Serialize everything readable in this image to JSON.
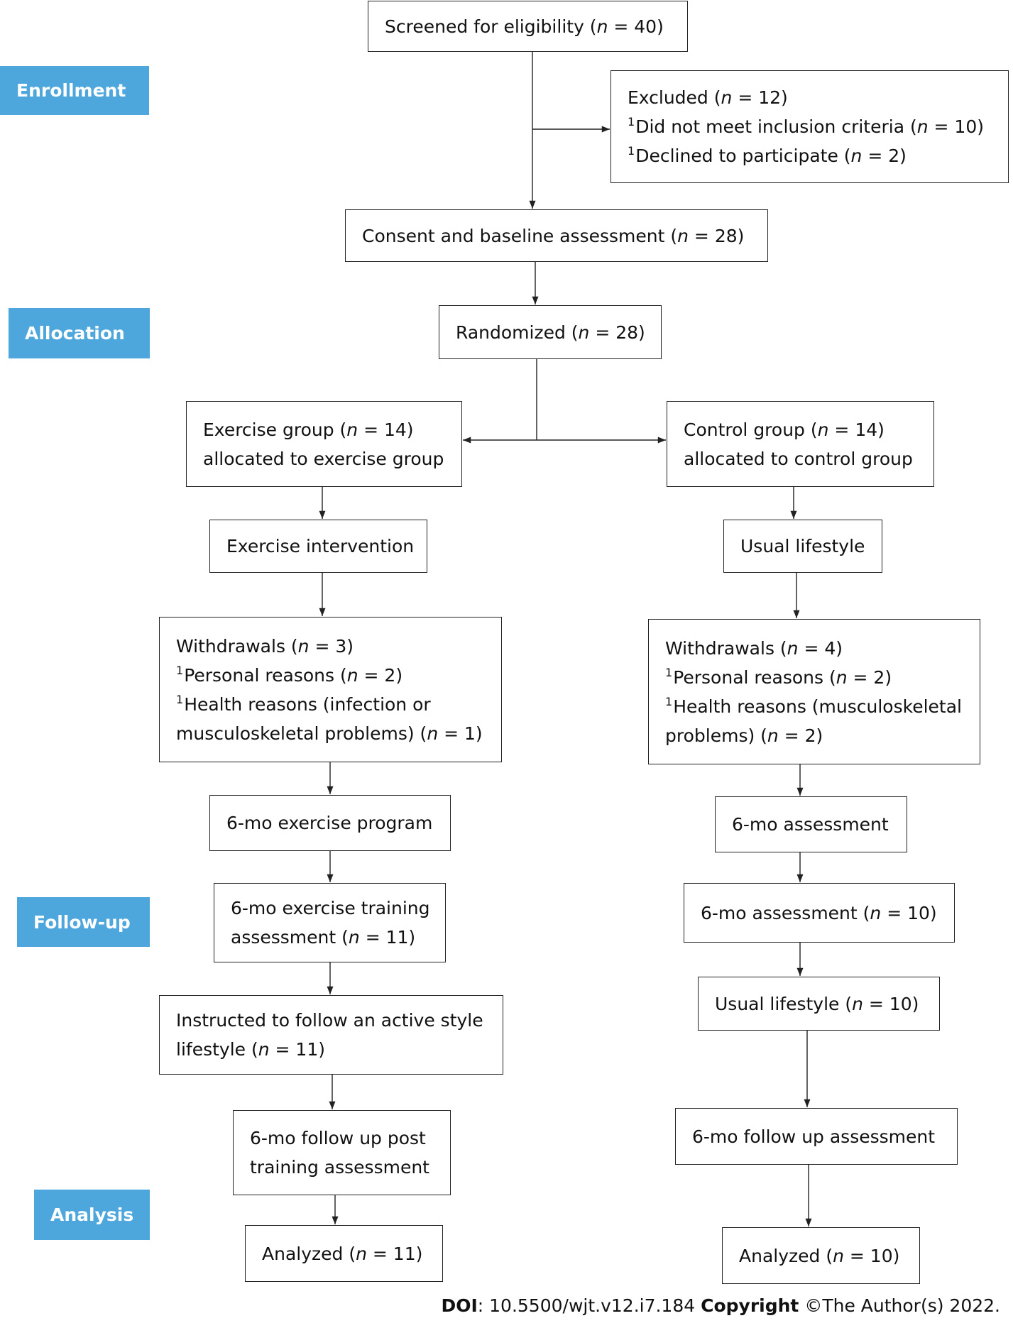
{
  "stage_labels": {
    "enrollment": "Enrollment",
    "allocation": "Allocation",
    "follow_up": "Follow-up",
    "analysis": "Analysis"
  },
  "colors": {
    "stage_label_bg": "#4da6dc",
    "stage_label_text": "#ffffff",
    "box_border": "#222222"
  },
  "screened": "Screened for eligibility (n = 40)",
  "excluded": {
    "title": "Excluded (n = 12)",
    "reasons": [
      {
        "sup": "1",
        "text": "Did not meet inclusion criteria (n = 10)"
      },
      {
        "sup": "1",
        "text": "Declined to participate (n = 2)"
      }
    ]
  },
  "consent": "Consent and baseline assessment (n = 28)",
  "randomized": "Randomized (n = 28)",
  "exercise_arm": {
    "group": [
      "Exercise group (n = 14)",
      "allocated to exercise group"
    ],
    "intervention": "Exercise intervention",
    "withdrawals": {
      "title": "Withdrawals (n = 3)",
      "lines": [
        {
          "sup": "1",
          "text": "Personal reasons (n = 2)"
        },
        {
          "sup": "1",
          "text": "Health reasons (infection or"
        },
        {
          "text": "musculoskeletal problems) (n = 1)"
        }
      ]
    },
    "program": "6-mo exercise program",
    "training_assessment": [
      "6-mo exercise training",
      "assessment (n = 11)"
    ],
    "instructed": [
      "Instructed to follow an active style",
      "lifestyle (n = 11)"
    ],
    "followup": [
      "6-mo follow up post",
      "training assessment"
    ],
    "analyzed": "Analyzed (n = 11)"
  },
  "control_arm": {
    "group": [
      "Control group (n = 14)",
      "allocated to control group"
    ],
    "intervention": "Usual lifestyle",
    "withdrawals": {
      "title": "Withdrawals (n = 4)",
      "lines": [
        {
          "sup": "1",
          "text": "Personal reasons (n = 2)"
        },
        {
          "sup": "1",
          "text": "Health reasons (musculoskeletal"
        },
        {
          "text": "problems) (n = 2)"
        }
      ]
    },
    "assessment": "6-mo assessment",
    "assessment_n": "6-mo assessment (n = 10)",
    "usual_lifestyle_n": "Usual lifestyle (n = 10)",
    "followup": "6-mo follow up assessment",
    "analyzed": "Analyzed (n = 10)"
  },
  "footer": {
    "doi_label": "DOI",
    "doi_value": ": 10.5500/wjt.v12.i7.184",
    "copyright_label": "Copyright",
    "copyright_value": "©The Author(s) 2022."
  }
}
